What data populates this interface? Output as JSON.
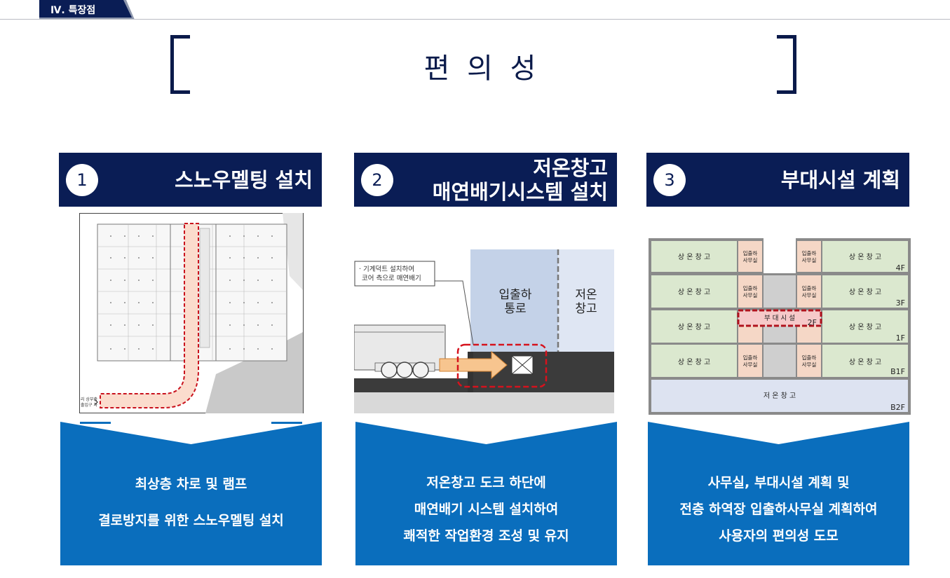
{
  "section": {
    "label": "Ⅳ. 특장점"
  },
  "page": {
    "title": "편 의 성"
  },
  "columns": [
    {
      "num": "1",
      "title_lines": [
        "스노우멜팅 설치"
      ],
      "body_lines": [
        "최상층 차로 및 램프",
        "결로방지를 위한 스노우멜팅 설치"
      ]
    },
    {
      "num": "2",
      "title_lines": [
        "저온창고",
        "매연배기시스템 설치"
      ],
      "body_lines": [
        "저온창고 도크 하단에",
        "매연배기 시스템 설치하여",
        "쾌적한 작업환경 조성 및 유지"
      ]
    },
    {
      "num": "3",
      "title_lines": [
        "부대시설 계획"
      ],
      "body_lines": [
        "사무실, 부대시설 계획 및",
        "전층 하역장 입출하사무실 계획하여",
        "사용자의 편의성 도모"
      ]
    }
  ],
  "figure1": {
    "note_lines": [
      "리 상부층",
      "출입구 차"
    ]
  },
  "figure2": {
    "callout_lines": [
      "· 기계덕트 설치하여",
      "코어 측으로 매연배기"
    ],
    "corridor_lines": [
      "입출하",
      "통로"
    ],
    "cold_lines": [
      "저온",
      "창고"
    ]
  },
  "figure3": {
    "room_label": "상 온 창 고",
    "office_lines": [
      "입출하",
      "사무실"
    ],
    "facility_label": "부 대 시 설",
    "cold_label": "저 온 창 고",
    "floors": [
      "4F",
      "3F",
      "2F",
      "1F",
      "B1F",
      "B2F"
    ]
  },
  "colors": {
    "navy": "#0a1d55",
    "panel_blue": "#0a6ebd",
    "warehouse_green": "#dbe8cf",
    "office_pink": "#f5d7c6",
    "cold_blue": "#dde3f1",
    "highlight_red": "#c9121d"
  }
}
